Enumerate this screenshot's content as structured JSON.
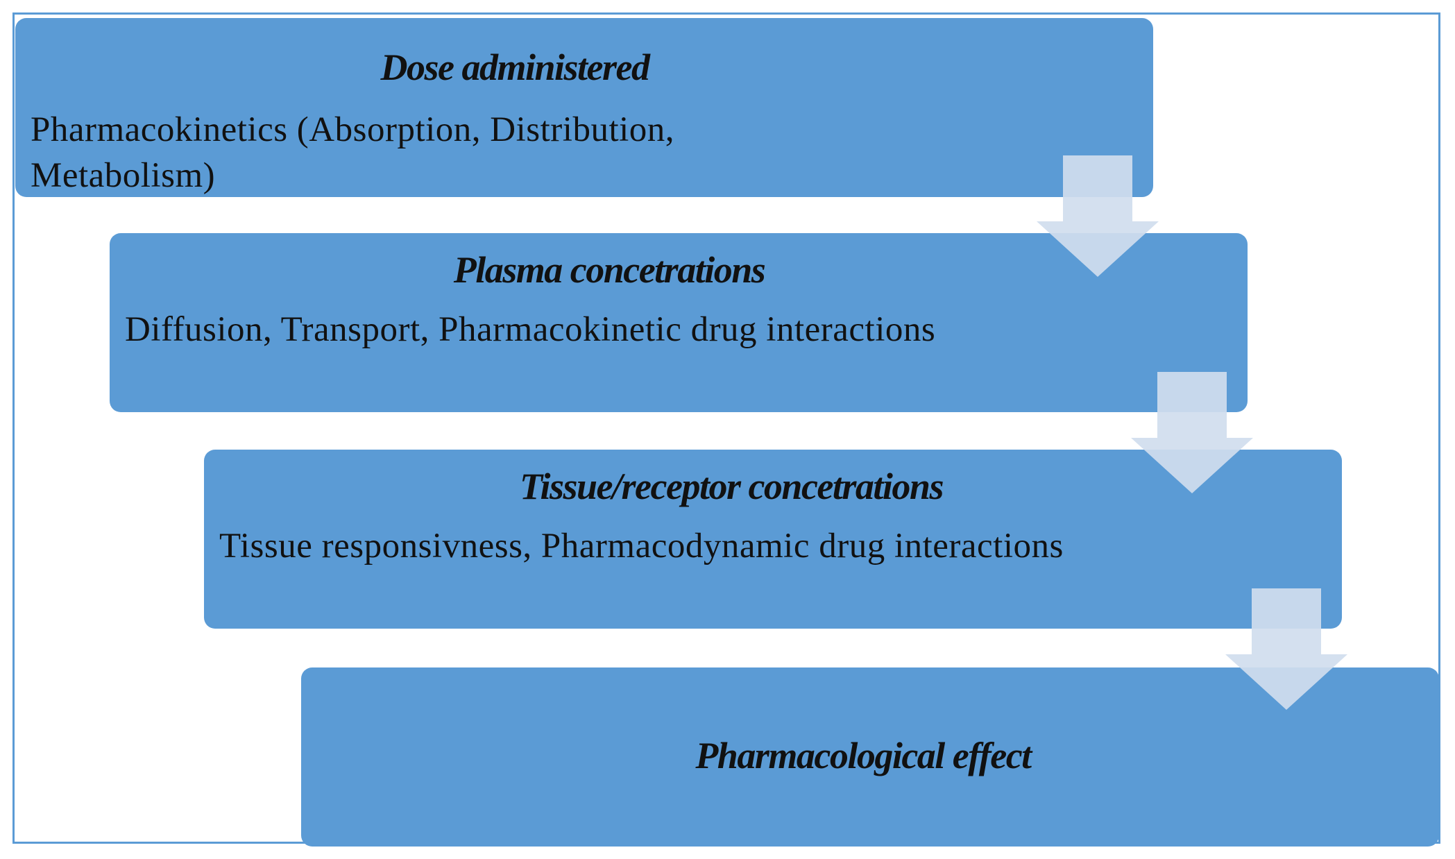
{
  "steps": [
    {
      "title": "Dose administered",
      "description": "Pharmacokinetics (Absorption, Distribution, Metabolism)"
    },
    {
      "title": "Plasma concetrations",
      "description": "Diffusion, Transport, Pharmacokinetic  drug interactions"
    },
    {
      "title": "Tissue/receptor  concetrations",
      "description": "Tissue responsivness, Pharmacodynamic drug interactions"
    },
    {
      "title": "Pharmacological effect",
      "description": ""
    }
  ],
  "colors": {
    "box_fill": "#5b9bd5",
    "frame_border": "#5b9bd5",
    "arrow_fill": "#d0ddee",
    "text": "#111111"
  }
}
